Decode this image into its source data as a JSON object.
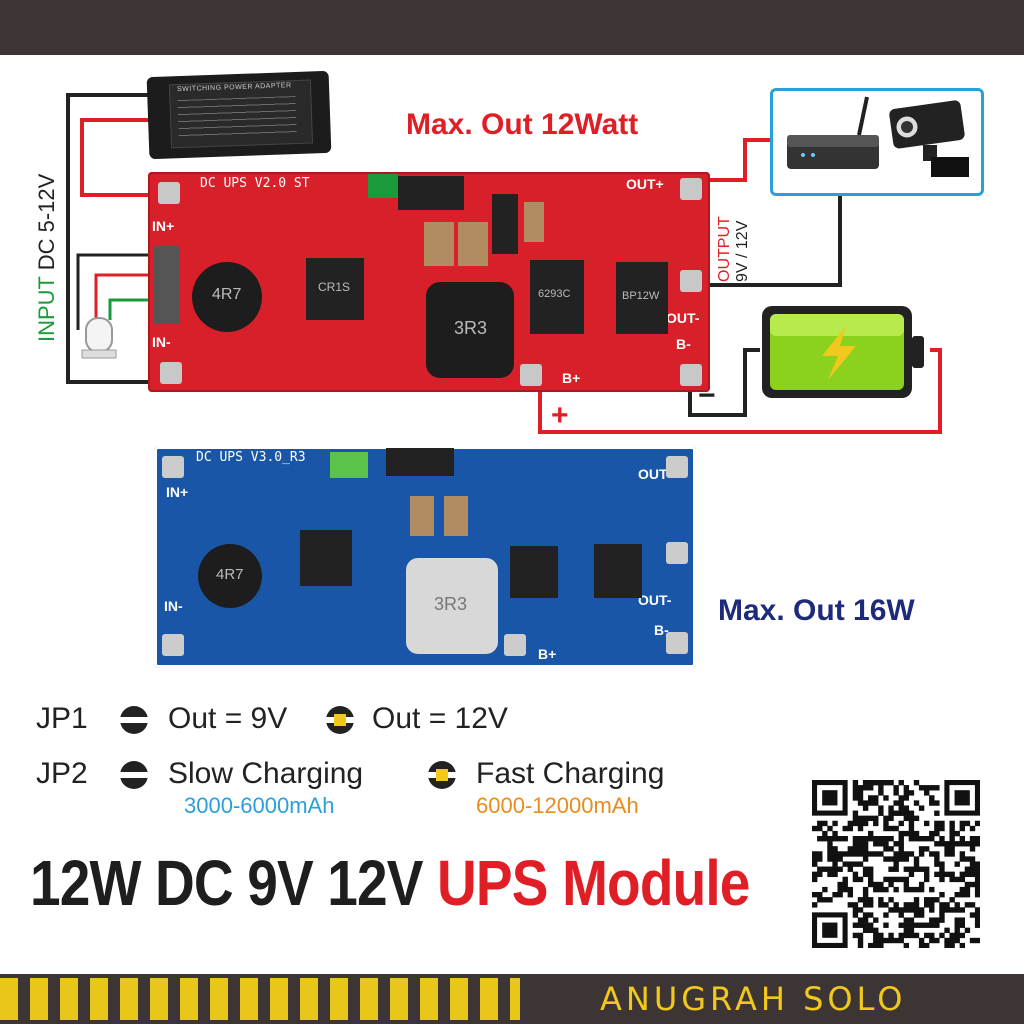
{
  "headline_max_red": "Max. Out 12Watt",
  "headline_max_blue": "Max. Out 16W",
  "input_label": {
    "prefix": "INPUT",
    "value": "DC 5-12V"
  },
  "output_label": {
    "prefix": "OUTPUT",
    "value": "9V / 12V"
  },
  "adapter_text": "SWITCHING POWER ADAPTER",
  "red_board": {
    "title": "DC UPS V2.0 ST",
    "in_plus": "IN+",
    "in_minus": "IN-",
    "out_plus": "OUT+",
    "out_minus": "OUT-",
    "b_plus": "B+",
    "b_minus": "B-",
    "inductor1": "4R7",
    "inductor2": "3R3",
    "ic1": "CR1S",
    "ic2": "6293C",
    "ic3": "BP12W"
  },
  "blue_board": {
    "title": "DC UPS V3.0_R3",
    "in_plus": "IN+",
    "in_minus": "IN-",
    "out_plus": "OUT+",
    "out_minus": "OUT-",
    "b_plus": "B+",
    "b_minus": "B-",
    "inductor1": "4R7",
    "inductor2": "3R3"
  },
  "jumpers": [
    {
      "name": "JP1",
      "open_label": "Out = 9V",
      "closed_label": "Out = 12V"
    },
    {
      "name": "JP2",
      "open_label": "Slow Charging",
      "open_caption": "3000-6000mAh",
      "closed_label": "Fast Charging",
      "closed_caption": "6000-12000mAh"
    }
  ],
  "title_black": "12W DC 9V 12V",
  "title_red": "UPS Module",
  "brand": "ANUGRAH SOLO",
  "colors": {
    "red": "#e01e26",
    "navy": "#1e2a7a",
    "pcb_red": "#d8202a",
    "pcb_blue": "#1a56a8",
    "bar": "#3d3534",
    "brand_yellow": "#f2c81c"
  }
}
